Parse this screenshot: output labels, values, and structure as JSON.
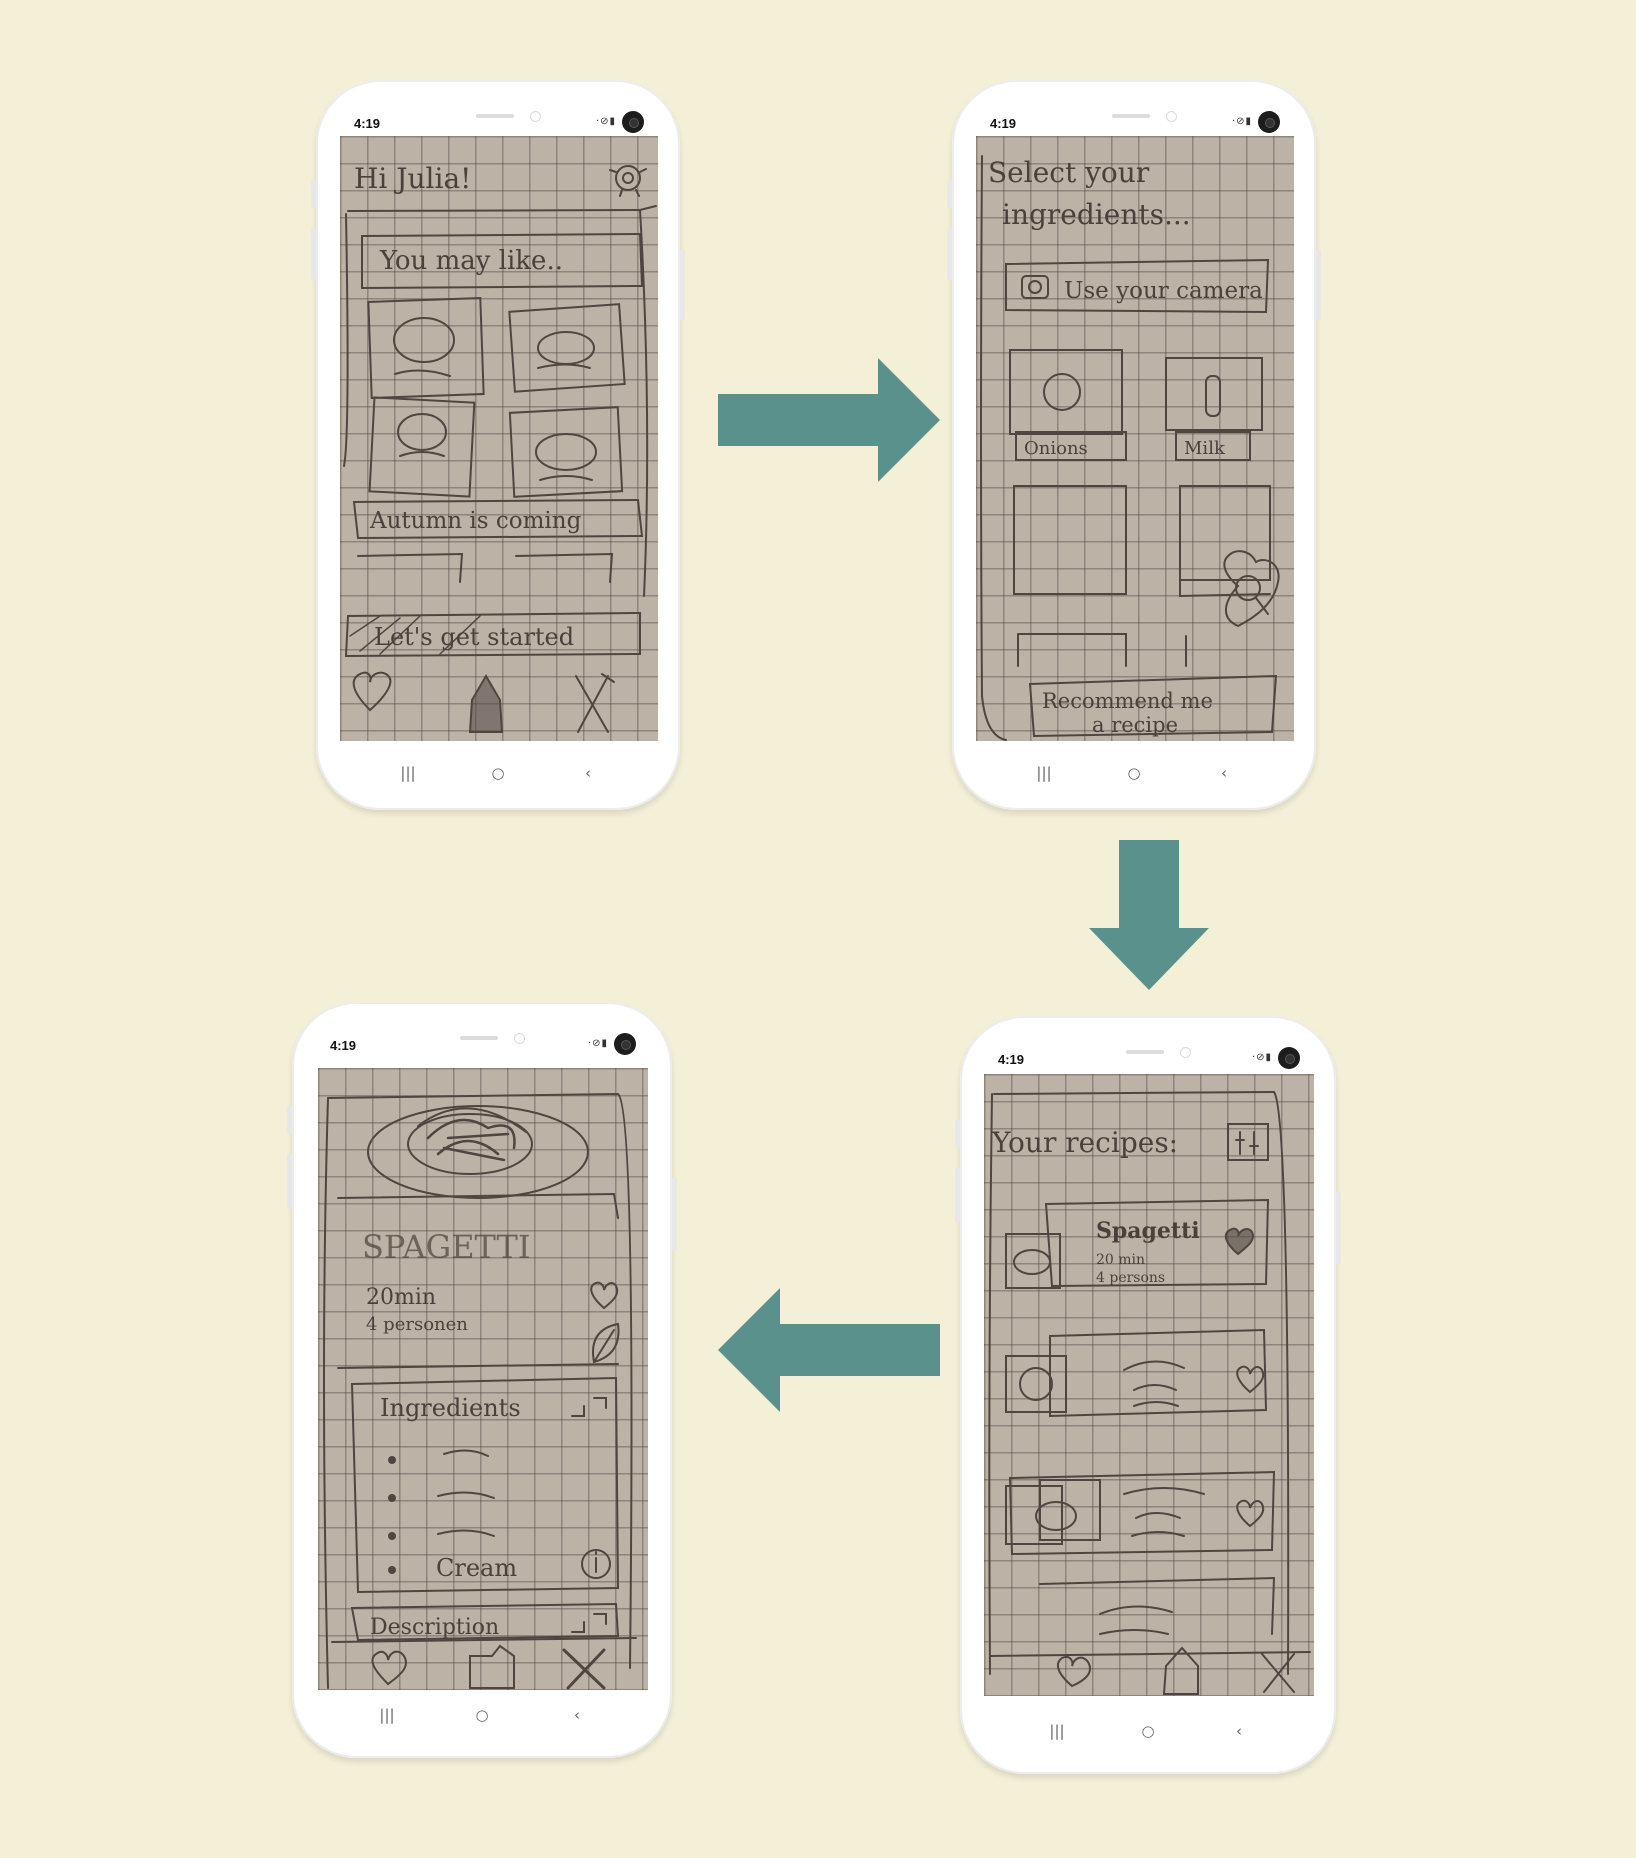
{
  "phones": [
    {
      "status_time": "4:19",
      "sketch": {
        "greeting": "Hi Julia!",
        "section_title": "You may like..",
        "banner": "Autumn is coming",
        "button": "Let's get started"
      }
    },
    {
      "status_time": "4:19",
      "sketch": {
        "title_line1": "Select your",
        "title_line2": "ingredients...",
        "camera_button": "Use your camera",
        "item1": "Onions",
        "item2": "Milk",
        "recommend_line1": "Recommend me",
        "recommend_line2": "a recipe"
      }
    },
    {
      "status_time": "4:19",
      "sketch": {
        "title": "Your recipes:",
        "recipe_name": "Spagetti",
        "recipe_time": "20 min",
        "recipe_people": "4 persons"
      }
    },
    {
      "status_time": "4:19",
      "sketch": {
        "title": "SPAGETTI",
        "time": "20min",
        "people": "4 personen",
        "ingredients_label": "Ingredients",
        "ingredient_last": "Cream",
        "description_label": "Description"
      }
    }
  ],
  "colors": {
    "background": "#f4efd7",
    "arrow": "#5a918c",
    "phone_body": "#ffffff",
    "sketch_paper": "#bcb2a6"
  },
  "icons": {
    "nav_recent": "recent-apps-icon",
    "nav_home": "home-circle-icon",
    "nav_back": "back-chevron-icon"
  }
}
